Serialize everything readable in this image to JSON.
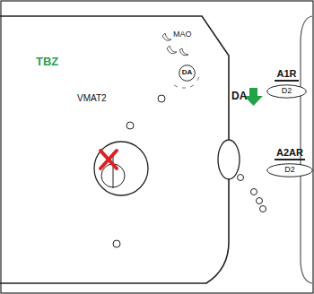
{
  "diagram": {
    "nodes": [
      {
        "text": [
          "DA"
        ]
      },
      {
        "text": [
          "A1R",
          "D2"
        ]
      },
      {
        "text": [
          "A2AR",
          "D2"
        ]
      }
    ],
    "labels": [
      "MAO",
      "TBZ",
      "VMAT2",
      "DA"
    ]
  }
}
